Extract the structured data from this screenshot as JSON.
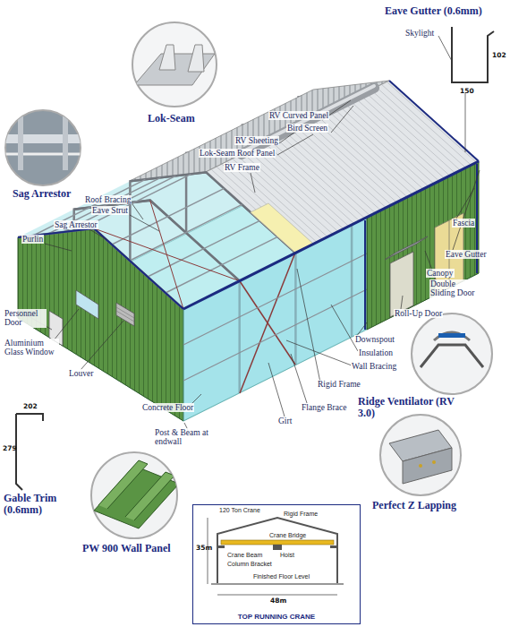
{
  "diagram": {
    "nodes": [
      {
        "text": [
          "TOP RUNNING CRANE"
        ]
      }
    ],
    "labels": [
      "Lok-Seam",
      "Sag Arrestor",
      "RV Curved Panel",
      "Bird Screen",
      "RV Sheeting",
      "Lok-Seam Roof Panel",
      "RV Frame",
      "Roof Bracing",
      "Eave Strut",
      "Sag Arrestor",
      "Purlin",
      "Eave Gutter (0.6mm)",
      "Skylight",
      "150",
      "102",
      "Fascia",
      "Eave Gutter",
      "Double Sliding Door",
      "Canopy",
      "Roll-Up Door",
      "Downspout",
      "Insulation",
      "Wall Bracing",
      "Ridge Ventilator (RV 3.0)",
      "Rigid Frame",
      "Flange Brace",
      "Girt",
      "Concrete Floor",
      "Post & Beam at endwall",
      "Personnel Door",
      "Aluminium Glass Window",
      "Louver",
      "202",
      "279",
      "Gable Trim (0.6mm)",
      "PW 900 Wall Panel",
      "Perfect Z Lapping",
      "120 Ton Crane",
      "Rigid Frame",
      "Crane Bridge",
      "Crane Beam",
      "Hoist",
      "Column Bracket",
      "Finished Floor Level",
      "35m",
      "48m"
    ]
  }
}
